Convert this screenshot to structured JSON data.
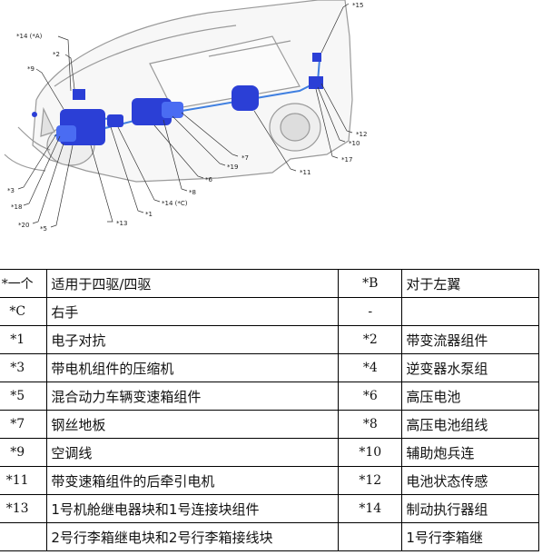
{
  "figure": {
    "callouts": [
      "*14 (*A)",
      "*2",
      "*9",
      "*3",
      "*18",
      "*20",
      "*5",
      "*13",
      "*1",
      "*14 (*C)",
      "*8",
      "*6",
      "*19",
      "*7",
      "*11",
      "*17",
      "*10",
      "*12",
      "*15"
    ],
    "colors": {
      "component": "#2b3fd6",
      "component_light": "#4a6cf2",
      "harness": "#3f7fe0",
      "car_outline": "#9a9a9a"
    }
  },
  "legend": {
    "rows": [
      [
        {
          "code": "*一个",
          "label": "适用于四驱/四驱"
        },
        {
          "code": "*B",
          "label": "对于左翼"
        }
      ],
      [
        {
          "code": "*C",
          "label": "右手"
        },
        {
          "code": "-",
          "label": ""
        }
      ],
      [
        {
          "code": "*1",
          "label": "电子对抗"
        },
        {
          "code": "*2",
          "label": "带变流器组件"
        }
      ],
      [
        {
          "code": "*3",
          "label": "带电机组件的压缩机"
        },
        {
          "code": "*4",
          "label": "逆变器水泵组"
        }
      ],
      [
        {
          "code": "*5",
          "label": "混合动力车辆变速箱组件"
        },
        {
          "code": "*6",
          "label": "高压电池"
        }
      ],
      [
        {
          "code": "*7",
          "label": "钢丝地板"
        },
        {
          "code": "*8",
          "label": "高压电池组线"
        }
      ],
      [
        {
          "code": "*9",
          "label": "空调线"
        },
        {
          "code": "*10",
          "label": "辅助炮兵连"
        }
      ],
      [
        {
          "code": "*11",
          "label": "带变速箱组件的后牵引电机"
        },
        {
          "code": "*12",
          "label": "电池状态传感"
        }
      ],
      [
        {
          "code": "*13",
          "label": "1号机舱继电器块和1号连接块组件"
        },
        {
          "code": "*14",
          "label": "制动执行器组"
        }
      ],
      [
        {
          "code": "",
          "label": "2号行李箱继电块和2号行李箱接线块"
        },
        {
          "code": "",
          "label": "1号行李箱继"
        }
      ]
    ]
  }
}
